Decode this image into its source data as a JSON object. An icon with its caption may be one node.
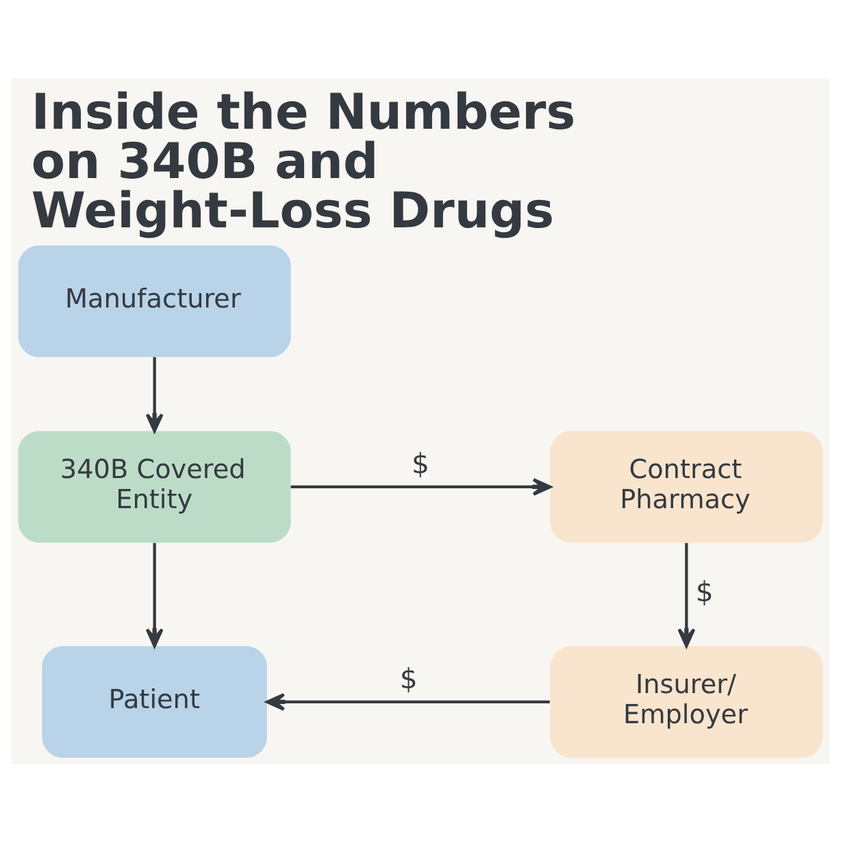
{
  "diagram": {
    "title": "Inside the Numbers on 340B and Weight-Loss Drugs",
    "nodes": [
      {
        "text": [
          "Manufacturer"
        ]
      },
      {
        "text": [
          "340B Covered Entity"
        ]
      },
      {
        "text": [
          "Contract Pharmacy"
        ]
      },
      {
        "text": [
          "Patient"
        ]
      },
      {
        "text": [
          "Insurer/Employer"
        ]
      }
    ],
    "edges": [
      {
        "from": 0,
        "to": 1,
        "arrow": "to"
      },
      {
        "from": 1,
        "to": 2,
        "arrow": "to",
        "label": "$"
      },
      {
        "from": 1,
        "to": 3,
        "arrow": "to"
      },
      {
        "from": 2,
        "to": 4,
        "arrow": "to",
        "label": "$"
      },
      {
        "from": 4,
        "to": 3,
        "arrow": "to",
        "label": "$"
      }
    ]
  }
}
